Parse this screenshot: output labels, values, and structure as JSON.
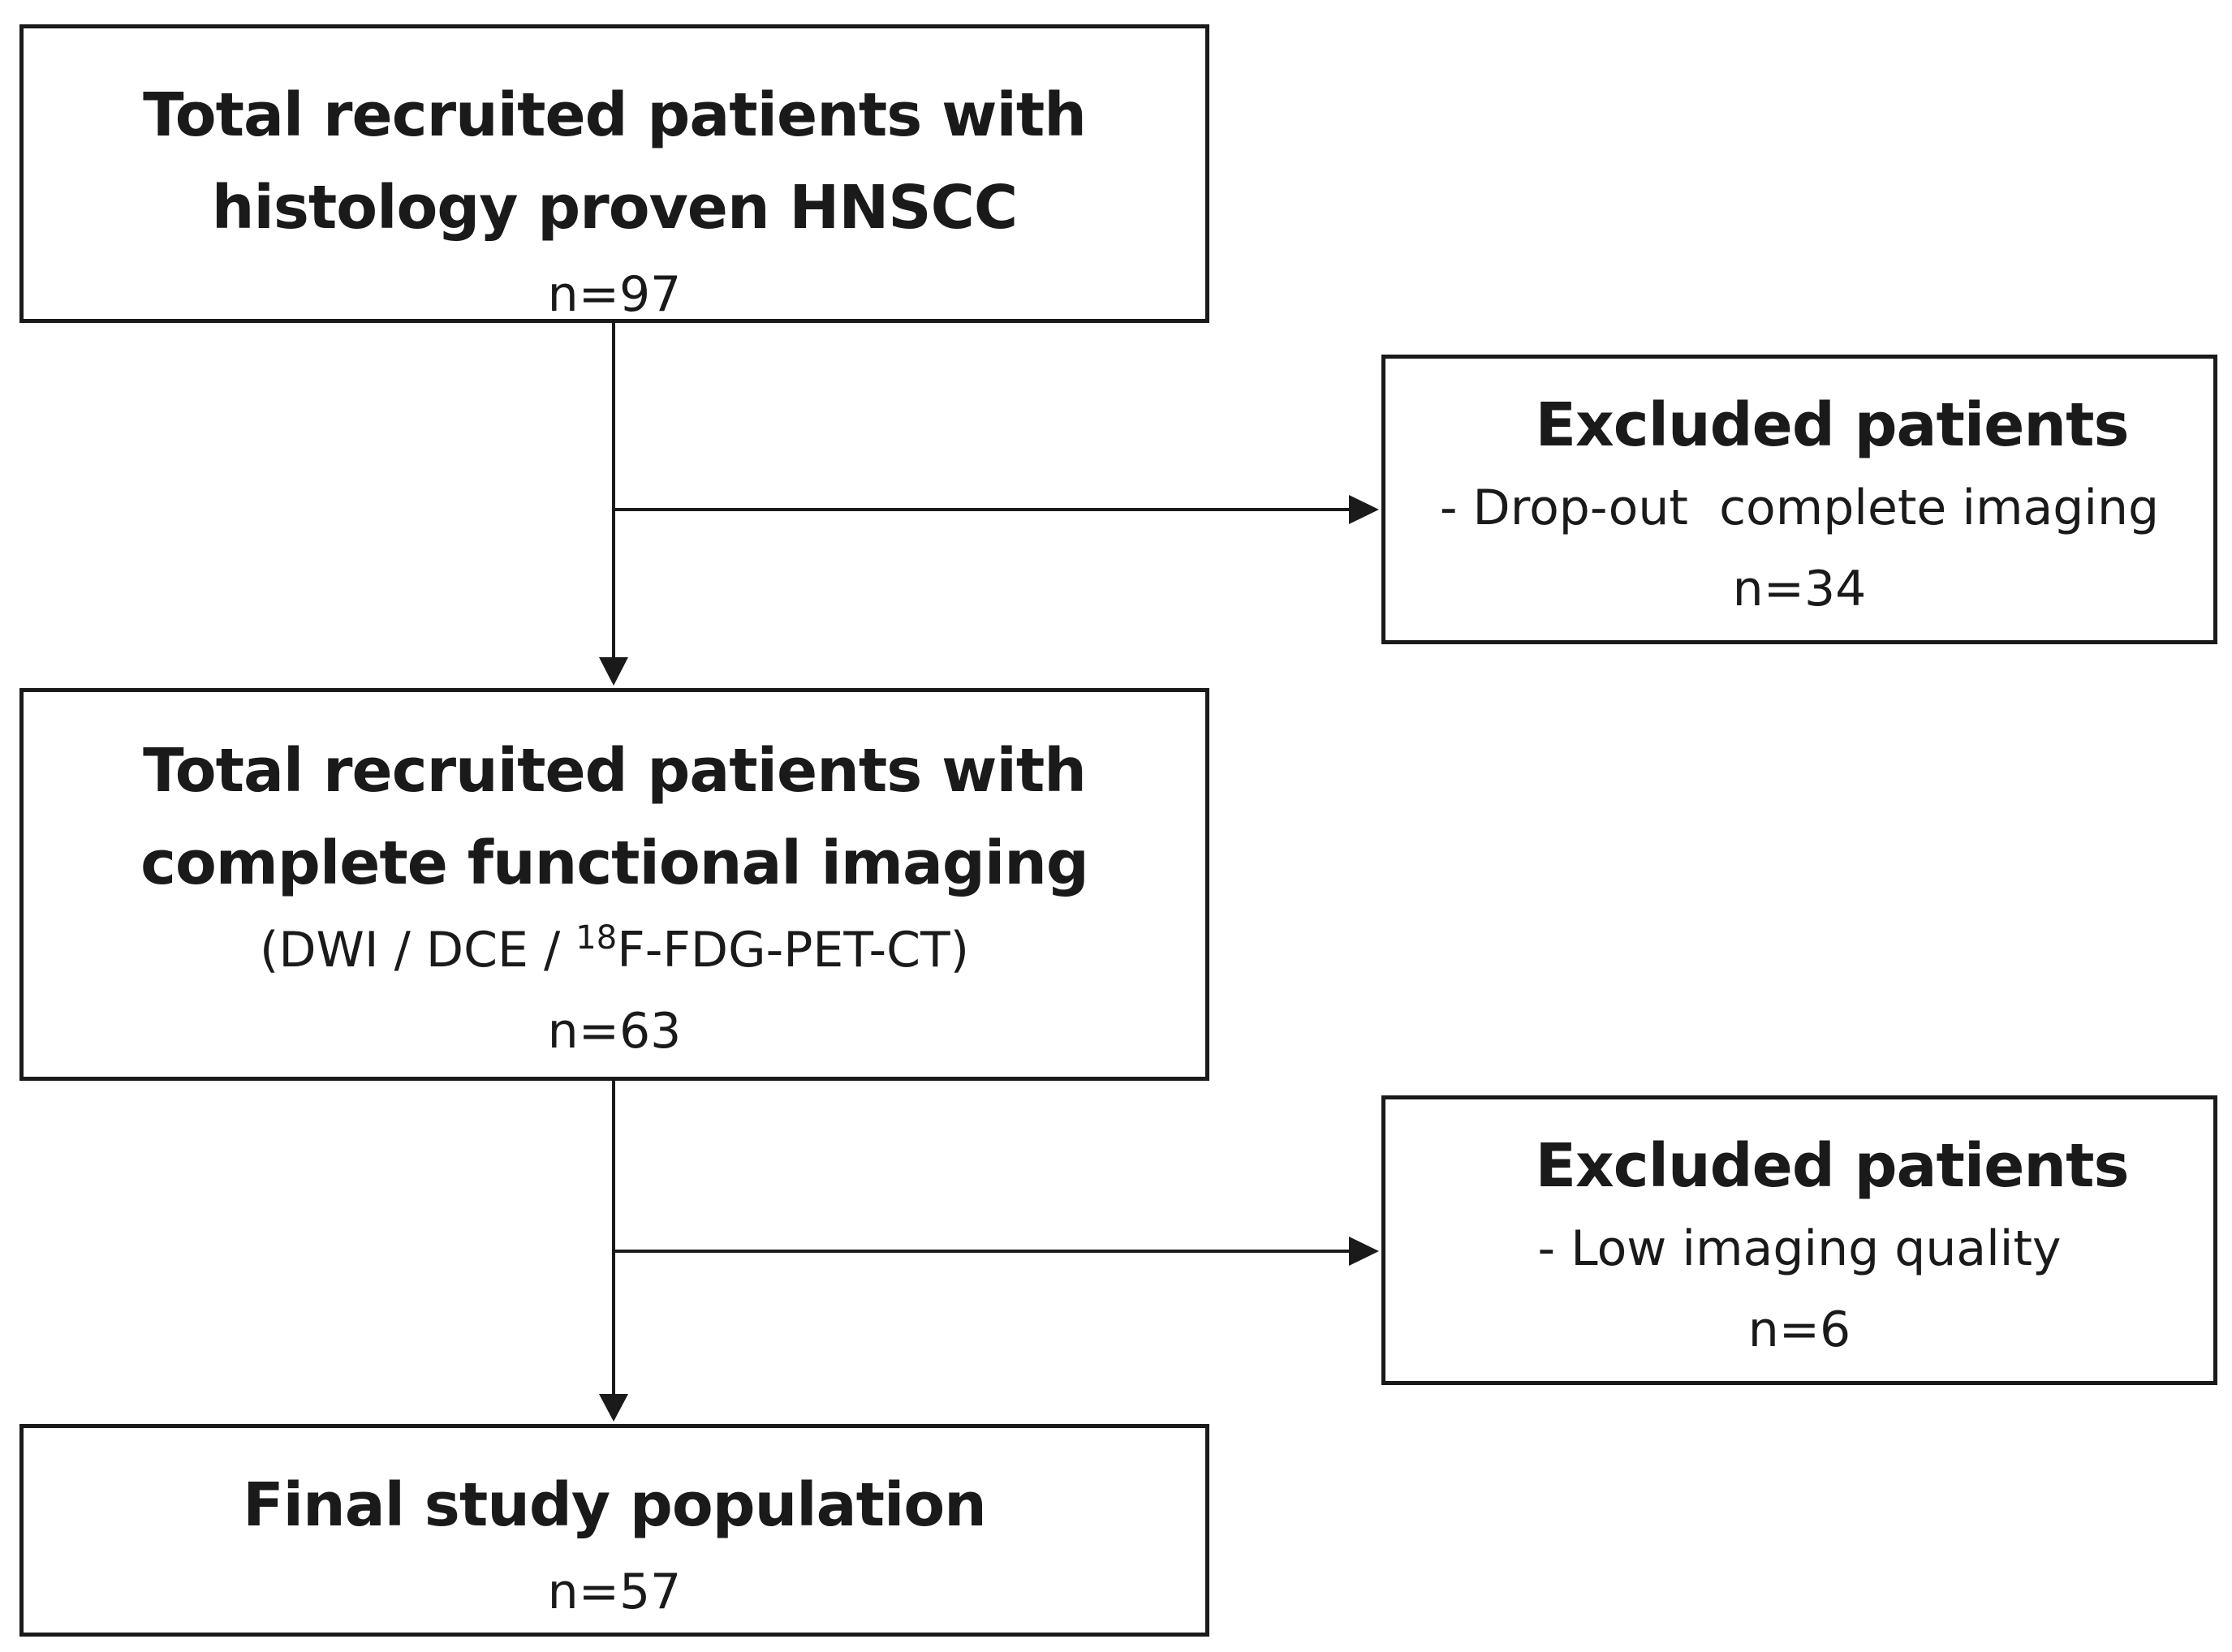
{
  "flowchart": {
    "recruited": {
      "title_line1": "Total recruited patients with",
      "title_line2": "histology proven HNSCC",
      "count": "n=97"
    },
    "excluded_dropout": {
      "title": "Excluded patients",
      "reason": "- Drop-out  complete imaging",
      "count": "n=34"
    },
    "complete_imaging": {
      "title_line1": "Total recruited patients with",
      "title_line2": "complete functional imaging",
      "modalities_prefix": "(DWI / DCE / ",
      "modalities_sup": "18",
      "modalities_suffix": "F-FDG-PET-CT)",
      "count": "n=63"
    },
    "excluded_quality": {
      "title": "Excluded patients",
      "reason": "- Low imaging quality",
      "count": "n=6"
    },
    "final": {
      "title": "Final study population",
      "count": "n=57"
    }
  },
  "colors": {
    "line": "#1a1a1a",
    "background": "#ffffff"
  }
}
